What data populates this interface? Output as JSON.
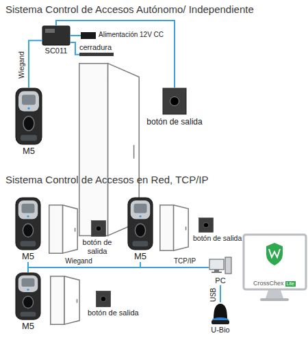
{
  "diagram": {
    "title": "Sistema Control de Accesos Autónomo/ Independiente",
    "nodes": [
      {
        "text": [
          "M5"
        ]
      },
      {
        "text": [
          "SC011"
        ]
      },
      {
        "text": [
          "Alimentación 12V CC"
        ]
      },
      {
        "text": [
          "cerradura"
        ]
      },
      {
        "text": [
          "botón de salida"
        ]
      },
      {
        "text": [
          "M5"
        ]
      },
      {
        "text": [
          "botón de salida"
        ]
      },
      {
        "text": [
          "M5"
        ]
      },
      {
        "text": [
          "botón de salida"
        ]
      },
      {
        "text": [
          "M5"
        ]
      },
      {
        "text": [
          "botón de salida"
        ]
      },
      {
        "text": [
          "PC"
        ]
      },
      {
        "text": [
          "U-Bio"
        ]
      },
      {
        "text": [
          "CrossChex",
          "Lite"
        ]
      }
    ],
    "edges": [
      {
        "from": 0,
        "to": 1,
        "label": "Wiegand",
        "arrow": "none"
      },
      {
        "from": 1,
        "to": 2,
        "arrow": "none"
      },
      {
        "from": 1,
        "to": 3,
        "arrow": "none"
      },
      {
        "from": 1,
        "to": 4,
        "arrow": "none"
      },
      {
        "from": 5,
        "to": 9,
        "arrow": "none"
      },
      {
        "from": 9,
        "to": 7,
        "label": "Wiegand",
        "arrow": "none"
      },
      {
        "from": 7,
        "to": 11,
        "label": "TCP/IP",
        "arrow": "none"
      },
      {
        "from": 11,
        "to": 12,
        "label": "USB",
        "arrow": "none"
      }
    ],
    "labels": [
      "Sistema Control de Accesos en Red, TCP/IP"
    ]
  }
}
